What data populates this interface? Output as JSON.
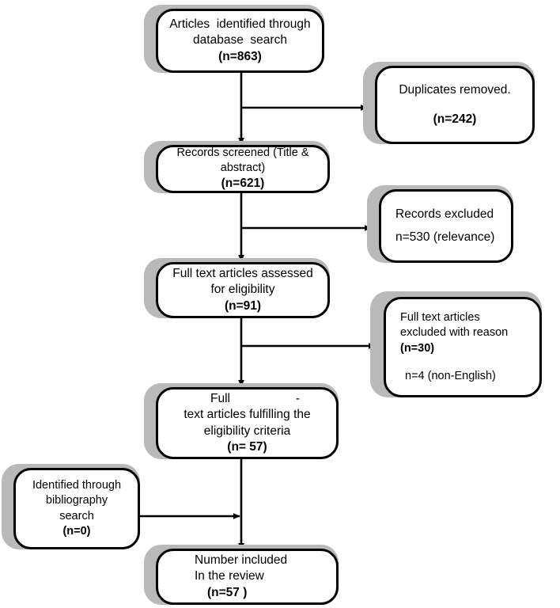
{
  "diagram": {
    "title": "PRISMA study selection flow diagram",
    "colors": {
      "box_fill": "#ffffff",
      "box_border": "#000000",
      "shadow": "#b9b9b9",
      "connector": "#000000"
    },
    "nodes": {
      "identified": {
        "line1": "Articles  identified through",
        "line2": "database  search",
        "count": "(n=863)"
      },
      "duplicates": {
        "line1": "Duplicates removed.",
        "count": "(n=242)"
      },
      "screened": {
        "line1": "Records screened (Title & abstract)",
        "count": "(n=621)"
      },
      "records_excluded": {
        "line1": "Records excluded",
        "count_bold": "n=530",
        "count_reason": " (relevance)"
      },
      "fulltext_assessed": {
        "line1": "Full text articles assessed",
        "line2": "for eligibility",
        "count": "(n=91)"
      },
      "fulltext_excluded": {
        "line1": "Full text articles",
        "line2": "excluded with reason",
        "count": "(n=30)",
        "reason_bold": "n=4",
        "reason_text": " (non-English)"
      },
      "fulfilling": {
        "line1_a": "Full",
        "line1_b": "-",
        "line2": "text articles fulfilling the",
        "line3": "eligibility criteria",
        "count": "(n= 57)"
      },
      "bibliography": {
        "line1": "Identified through",
        "line2": "bibliography",
        "line3": "search",
        "count": "(n=0)"
      },
      "included": {
        "line1": "Number included",
        "line2": "In the review",
        "count": "(n=57 )"
      }
    }
  }
}
